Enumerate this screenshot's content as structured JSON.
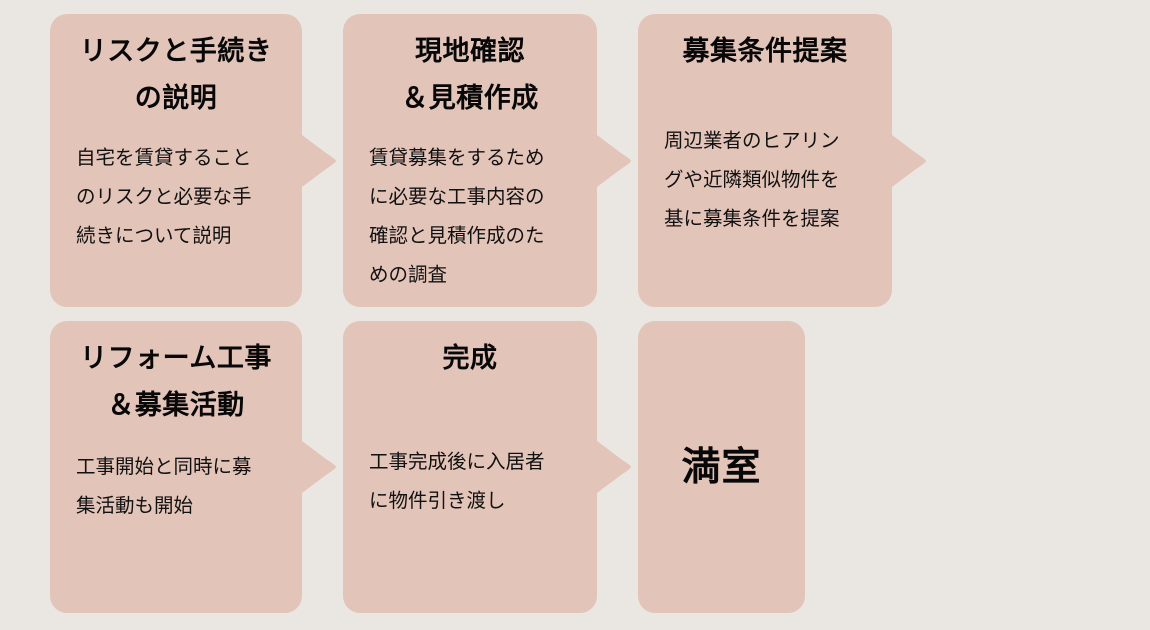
{
  "diagram": {
    "title_semantic": "rental-process-flow",
    "background_color": "#eae7e2",
    "card_color": "#e3c4b9",
    "text_color": "#111111",
    "steps": [
      {
        "id": "step-1",
        "title": "リスクと手続き\nの説明",
        "description": "自宅を賃貸すること\nのリスクと必要な手\n続きについて説明",
        "has_arrow": true
      },
      {
        "id": "step-2",
        "title": "現地確認\n＆見積作成",
        "description": "賃貸募集をするため\nに必要な工事内容の\n確認と見積作成のた\nめの調査",
        "has_arrow": true
      },
      {
        "id": "step-3",
        "title": "募集条件提案",
        "description": "周辺業者のヒアリン\nグや近隣類似物件を\n基に募集条件を提案",
        "has_arrow": true
      },
      {
        "id": "step-4",
        "title": "リフォーム工事\n＆募集活動",
        "description": "工事開始と同時に募\n集活動も開始",
        "has_arrow": true
      },
      {
        "id": "step-5",
        "title": "完成",
        "description": "工事完成後に入居者\nに物件引き渡し",
        "has_arrow": true
      },
      {
        "id": "step-6",
        "title": "満室",
        "description": "",
        "has_arrow": false
      }
    ],
    "result_label": "満室"
  }
}
